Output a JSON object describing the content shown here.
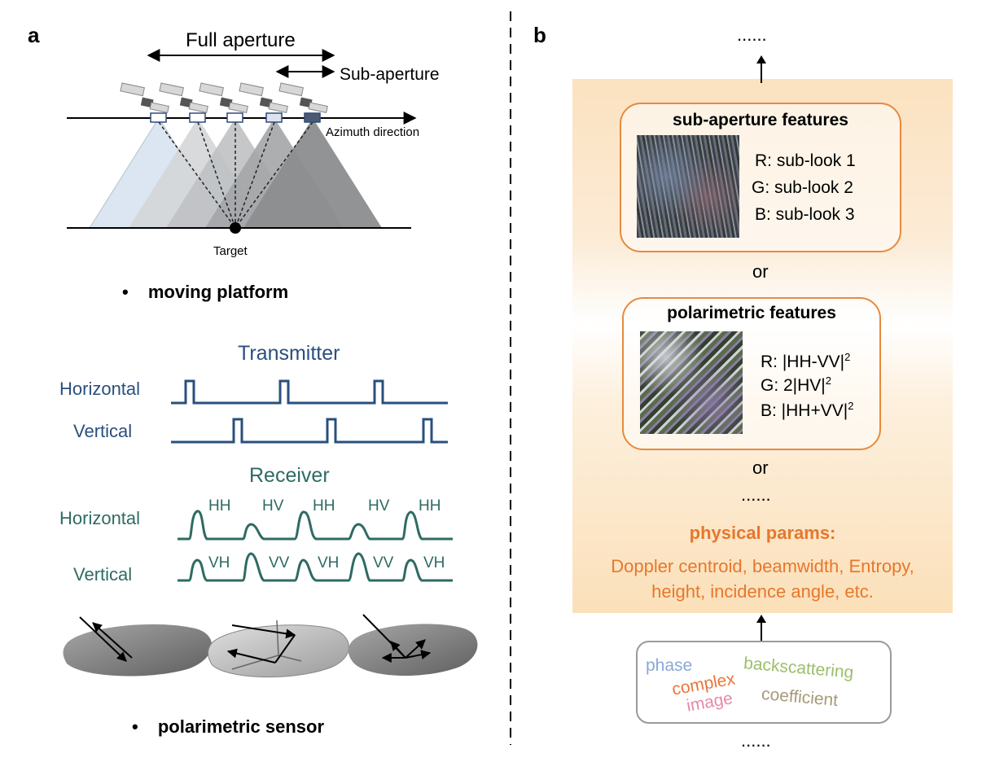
{
  "panel_a": {
    "letter": "a",
    "full_aperture": "Full aperture",
    "sub_aperture": "Sub-aperture",
    "azimuth_direction": "Azimuth direction",
    "target": "Target",
    "bullet_moving": "moving platform",
    "transmitter": "Transmitter",
    "tx_horizontal": "Horizontal",
    "tx_vertical": "Vertical",
    "receiver": "Receiver",
    "rx_horizontal": "Horizontal",
    "rx_vertical": "Vertical",
    "rx_h_labels": [
      "HH",
      "HV",
      "HH",
      "HV",
      "HH"
    ],
    "rx_v_labels": [
      "VH",
      "VV",
      "VH",
      "VV",
      "VH"
    ],
    "bullet_polarimetric": "polarimetric sensor"
  },
  "panel_b": {
    "letter": "b",
    "top_ellipsis": "......",
    "sub_aperture_title": "sub-aperture features",
    "sub_aperture_lines": [
      "R: sub-look 1",
      "G: sub-look 2",
      "B: sub-look 3"
    ],
    "or_1": "or",
    "polarimetric_title": "polarimetric features",
    "pol_r_prefix": "R: |HH-VV|",
    "pol_g_prefix": "G: 2|HV|",
    "pol_b_prefix": "B: |HH+VV|",
    "superscript": "2",
    "or_2": "or",
    "mid_ellipsis": "......",
    "physical_title": "physical params:",
    "physical_line1": "Doppler centroid, beamwidth, Entropy,",
    "physical_line2": "height, incidence angle, etc.",
    "cloud_words": {
      "phase": "phase",
      "complex": "complex",
      "image": "image",
      "backscattering": "backscattering",
      "coefficient": "coefficient"
    },
    "bottom_ellipsis": "......"
  },
  "colors": {
    "transmitter_blue": "#2a4f7e",
    "receiver_green": "#2e6b63",
    "orange_accent": "#e7772c",
    "box_border": "#e68a3e"
  }
}
